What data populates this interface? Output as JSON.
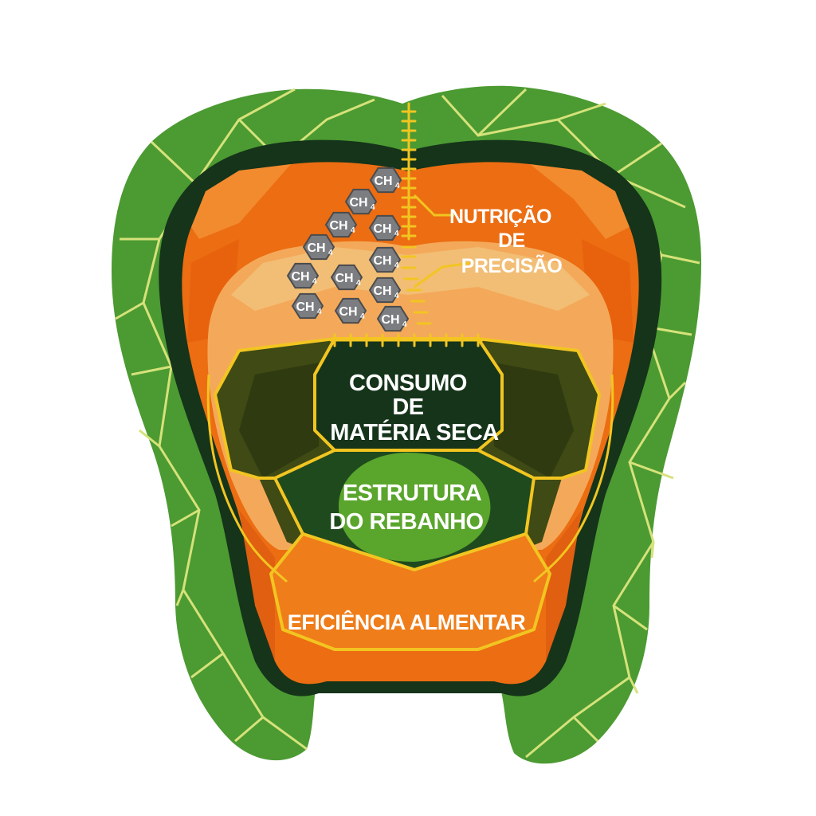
{
  "diagram": {
    "labels": {
      "callout": [
        "NUTRIÇÃO",
        "DE",
        "PRECISÃO"
      ],
      "inner_top": [
        "CONSUMO",
        "DE",
        "MATÉRIA SECA"
      ],
      "inner_center": [
        "ESTRUTURA",
        "DO REBANHO"
      ],
      "bottom": "EFICIÊNCIA ALMENTAR"
    },
    "molecule": {
      "formula": "CH",
      "subscript": "4",
      "count": 12
    },
    "colors": {
      "leaf_green": "#4c9a32",
      "leaf_vein": "#d6e27a",
      "dark_green": "#15341a",
      "orange": "#ec6d12",
      "light_orange": "#f4a95a",
      "tan": "#f1c27a",
      "olive": "#3f4a14",
      "center_green": "#5aa52c",
      "gold_outline": "#f2c521",
      "molecule_gray": "#7b7d80"
    }
  }
}
